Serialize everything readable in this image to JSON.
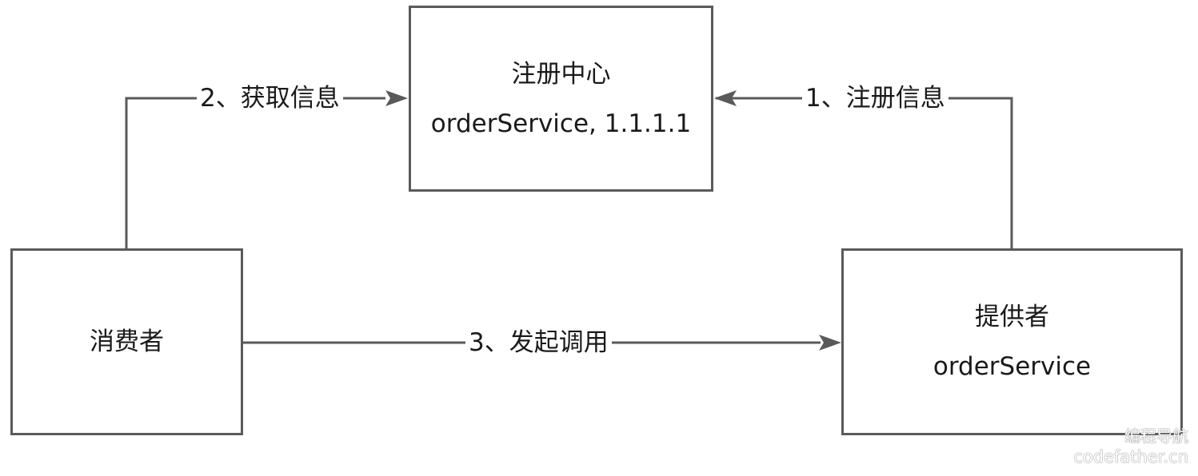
{
  "nodes": {
    "registry": {
      "title": "注册中心",
      "detail": "orderService, 1.1.1.1"
    },
    "consumer": {
      "title": "消费者"
    },
    "provider": {
      "title": "提供者",
      "detail": "orderService"
    }
  },
  "edges": {
    "register": {
      "label": "1、注册信息"
    },
    "fetch": {
      "label": "2、获取信息"
    },
    "invoke": {
      "label": "3、发起调用"
    }
  },
  "colors": {
    "stroke": "#5a5a5a",
    "text": "#1a1a1a",
    "background": "#ffffff"
  },
  "watermark": {
    "line1": "编程导航",
    "line2": "codefather.cn"
  }
}
